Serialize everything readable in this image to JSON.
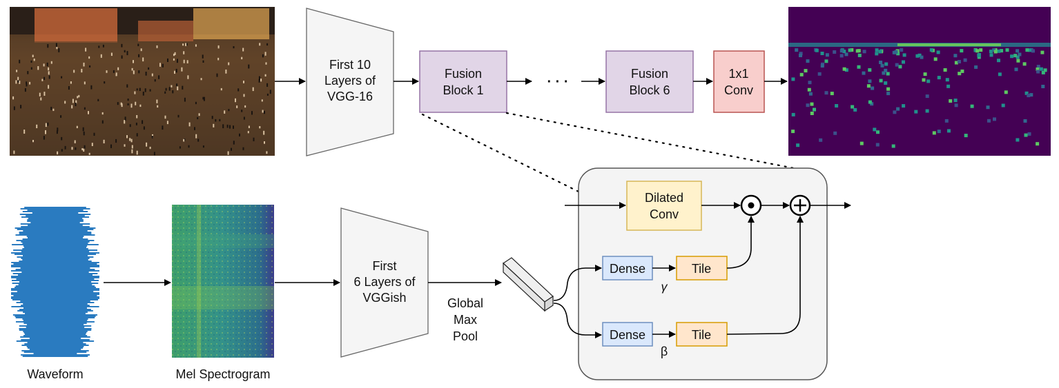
{
  "images": {
    "crowd_photo": "crowd-scene-photo",
    "density_map": "density-map",
    "waveform": "audio-waveform",
    "mel_spectrogram": "mel-spectrogram"
  },
  "labels": {
    "vgg16": [
      "First 10",
      "Layers of",
      "VGG-16"
    ],
    "fusion1": [
      "Fusion",
      "Block 1"
    ],
    "ellipsis": "· · ·",
    "fusion6": [
      "Fusion",
      "Block 6"
    ],
    "conv1x1": [
      "1x1",
      "Conv"
    ],
    "dilated": [
      "Dilated",
      "Conv"
    ],
    "dense1": "Dense",
    "dense2": "Dense",
    "tile1": "Tile",
    "tile2": "Tile",
    "gamma": "γ",
    "beta": "β",
    "vggish": [
      "First",
      "6 Layers of",
      "VGGish"
    ],
    "gmp": [
      "Global",
      "Max",
      "Pool"
    ],
    "waveform_caption": "Waveform",
    "mel_caption": "Mel Spectrogram"
  },
  "colors": {
    "purple_fill": "#e1d5e7",
    "purple_stroke": "#9673a6",
    "red_fill": "#f8cecc",
    "red_stroke": "#b85450",
    "yellow_fill": "#fff2cc",
    "yellow_stroke": "#d6b656",
    "blue_fill": "#dae8fc",
    "blue_stroke": "#6c8ebf",
    "orange_fill": "#ffe6cc",
    "orange_stroke": "#d79b00",
    "trap_fill": "#f5f5f5",
    "trap_stroke": "#666666",
    "panel_fill": "#f4f4f4",
    "panel_stroke": "#555555",
    "waveform_color": "#2a7bc0",
    "density_bg": "#440154"
  },
  "symbols": {
    "multiply": "⊙",
    "add": "⊕"
  }
}
